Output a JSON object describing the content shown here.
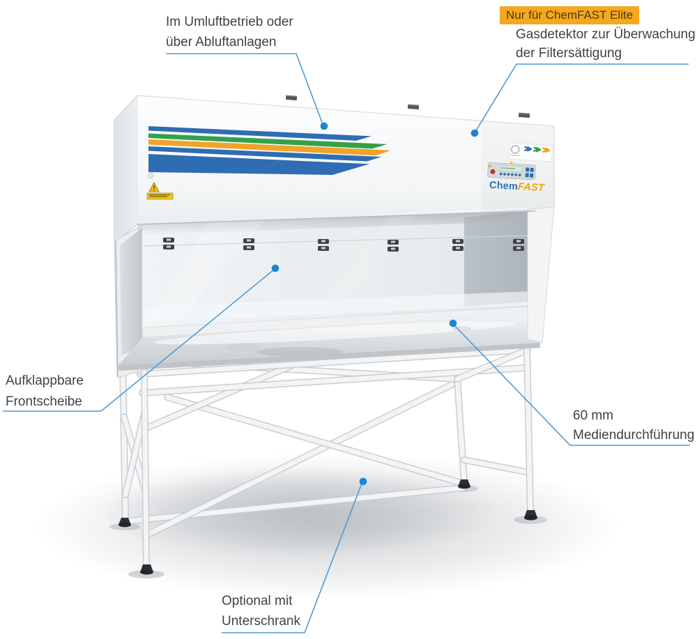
{
  "figure": {
    "type": "annotated-product-diagram",
    "subject": "ChemFAST filtered fume cabinet on a tubular support stand"
  },
  "callouts": {
    "airflow": {
      "line1": "Im Umluftbetrieb oder",
      "line2": "über Abluftanlagen"
    },
    "gas_detector": {
      "badge": "Nur für ChemFAST Elite",
      "line1": "Gasdetektor zur Überwachung",
      "line2": "der Filtersättigung"
    },
    "front_window": {
      "line1": "Aufklappbare",
      "line2": "Frontscheibe"
    },
    "media_port": {
      "line1": "60 mm",
      "line2": "Mediendurchführung"
    },
    "under_cabinet": {
      "line1": "Optional mit",
      "line2": "Unterschrank"
    }
  },
  "branding": {
    "chem": "Chem",
    "fast": "FAST"
  },
  "colors": {
    "callout_line": "#4c9ad6",
    "callout_dot": "#1b86d1",
    "badge_bg": "#f5a81d",
    "badge_text": "#4a3c0d",
    "label_text": "#3d4348",
    "stripe_blue": "#2e6db4",
    "stripe_green": "#35a048",
    "stripe_orange": "#f0a32a",
    "logo_blue": "#2a71b8",
    "logo_orange": "#f0a500"
  }
}
